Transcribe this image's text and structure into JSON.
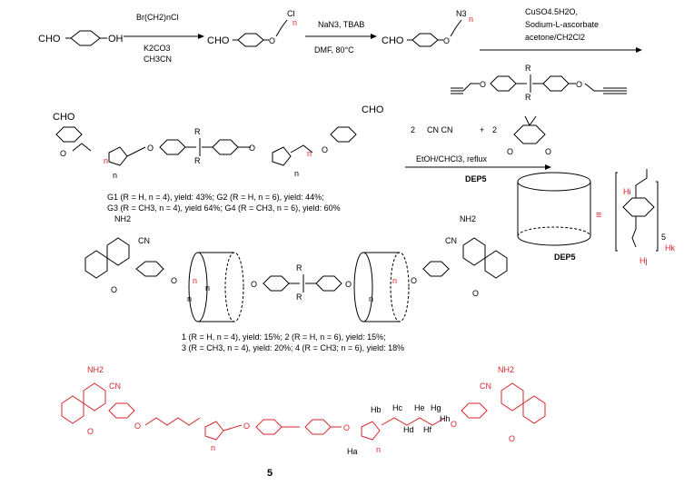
{
  "colors": {
    "ink": "#000000",
    "accent": "#d9262c"
  },
  "scheme": {
    "start_reagents": {
      "top": "Br(CH2)nCl",
      "mid": "K2CO3",
      "bot": "CH3CN"
    },
    "step2_reagents": {
      "top": "NaN3, TBAB",
      "bot": "DMF, 80°C"
    },
    "step3_reagents": {
      "l1": "CuSO4.5H2O,",
      "l2": "Sodium-L-ascorbate",
      "l3": "acetone/CH2Cl2"
    },
    "step4_reagents": {
      "coeff1": "2",
      "malono": "CN   CN",
      "plus": "+",
      "coeff2": "2",
      "cond": "EtOH/CHCl3, reflux",
      "host": "DEP5"
    },
    "labels": {
      "cho": "CHO",
      "oh": "OH",
      "cl": "Cl",
      "n3": "N3",
      "n": "n",
      "r": "R",
      "o": "O",
      "nh2": "NH2",
      "cn": "CN",
      "five": "5"
    },
    "g_yields": {
      "line1": "G1 (R = H, n = 4), yield: 43%; G2 (R = H, n = 6), yield: 44%;",
      "line2": "G3 (R = CH3, n = 4), yield 64%; G4 (R = CH3, n = 6), yield: 60%"
    },
    "rot_yields": {
      "line1": "1 (R = H,  n = 4), yield: 15%; 2 (R = H, n = 6), yield: 15%;",
      "line2": "3 (R = CH3, n = 4), yield: 20%; 4 (R = CH3; n = 6), yield: 18%"
    },
    "dep5": {
      "label": "DEP5",
      "equiv": "≡",
      "hi": "Hi",
      "hj": "Hj",
      "hk": "Hk",
      "sub": "5"
    },
    "compound5": {
      "label": "5",
      "ha": "Ha",
      "hb": "Hb",
      "hc": "Hc",
      "hd": "Hd",
      "he": "He",
      "hf": "Hf",
      "hg": "Hg",
      "hh": "Hh"
    }
  }
}
